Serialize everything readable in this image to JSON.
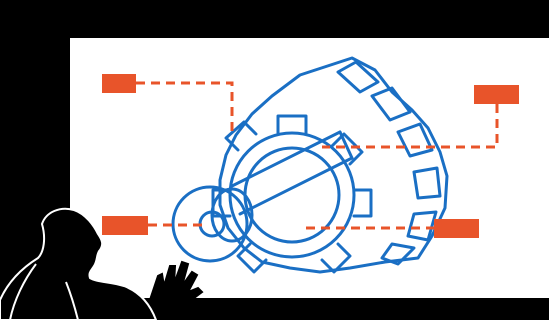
{
  "diagram": {
    "kind": "exploded-rotor-illustration",
    "callout_count": 4,
    "callouts": [
      {
        "id": "top-left",
        "label": ""
      },
      {
        "id": "top-right",
        "label": ""
      },
      {
        "id": "bottom-left",
        "label": ""
      },
      {
        "id": "bottom-right",
        "label": ""
      }
    ]
  },
  "colors": {
    "background": "#000000",
    "screen": "#ffffff",
    "outline": "#1a6fc4",
    "accent": "#e8542a"
  },
  "icons": {
    "presenter": "presenter-silhouette-icon",
    "hand": "raised-hand-icon",
    "rotor": "rotor-gear-icon"
  }
}
